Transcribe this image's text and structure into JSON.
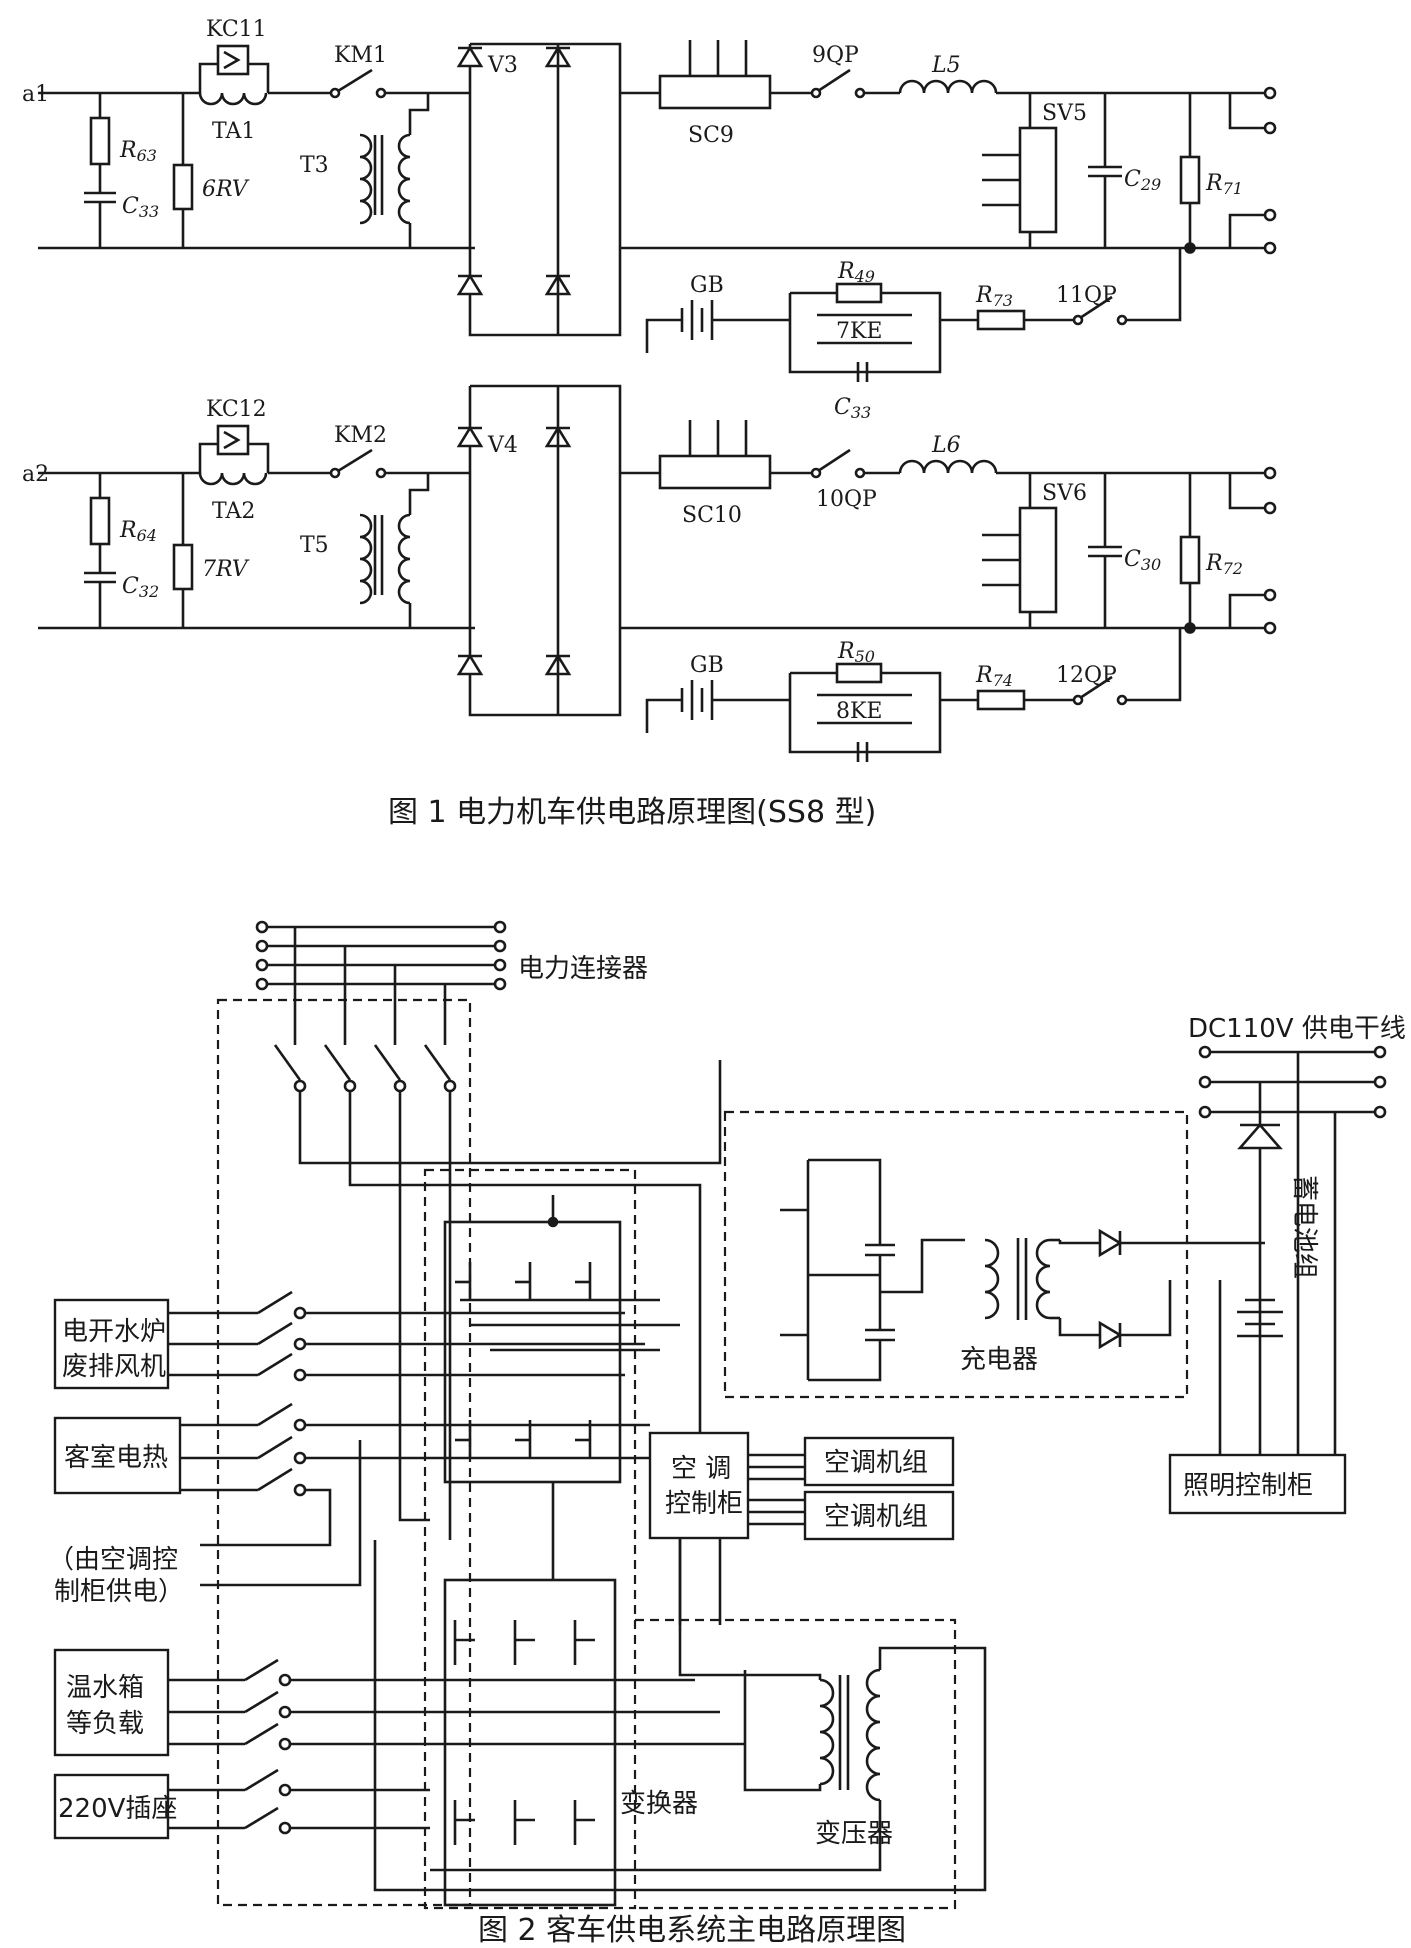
{
  "figure1": {
    "caption": "图 1  电力机车供电路原理图(SS8 型)",
    "circuit_a": {
      "input": "a1",
      "kc": "KC11",
      "ta": "TA1",
      "km": "KM1",
      "t": "T3",
      "r_in": "R",
      "r_in_sub": "63",
      "c_in": "C",
      "c_in_sub": "33",
      "rv": "6RV",
      "v": "V3",
      "sc": "SC9",
      "qp_main": "9QP",
      "l": "L5",
      "sv": "SV5",
      "c_out": "C",
      "c_out_sub": "29",
      "r_out": "R",
      "r_out_sub": "71",
      "gb": "GB",
      "r_par": "R",
      "r_par_sub": "49",
      "ke": "7KE",
      "c_par": "C",
      "c_par_sub": "33",
      "r_ser": "R",
      "r_ser_sub": "73",
      "qp_bat": "11QP"
    },
    "circuit_b": {
      "input": "a2",
      "kc": "KC12",
      "ta": "TA2",
      "km": "KM2",
      "t": "T5",
      "r_in": "R",
      "r_in_sub": "64",
      "c_in": "C",
      "c_in_sub": "32",
      "rv": "7RV",
      "v": "V4",
      "sc": "SC10",
      "qp_main": "10QP",
      "l": "L6",
      "sv": "SV6",
      "c_out": "C",
      "c_out_sub": "30",
      "r_out": "R",
      "r_out_sub": "72",
      "gb": "GB",
      "r_par": "R",
      "r_par_sub": "50",
      "ke": "8KE",
      "r_ser": "R",
      "r_ser_sub": "74",
      "qp_bat": "12QP"
    }
  },
  "figure2": {
    "caption": "图 2  客车供电系统主电路原理图",
    "power_connector": "电力连接器",
    "dc_trunk": "DC110V 供电干线",
    "battery": "蓄电池组",
    "charger": "充电器",
    "lighting_cabinet": "照明控制柜",
    "ac_cabinet": [
      "空 调",
      "控制柜"
    ],
    "ac_unit_1": "空调机组",
    "ac_unit_2": "空调机组",
    "converter": "变换器",
    "transformer": "变压器",
    "load_boiler": [
      "电开水炉",
      "废排风机"
    ],
    "load_heater": "客室电热",
    "load_note": [
      "（由空调控",
      "制柜供电）"
    ],
    "load_water": [
      "温水箱",
      "等负载"
    ],
    "load_socket": "220V插座"
  }
}
